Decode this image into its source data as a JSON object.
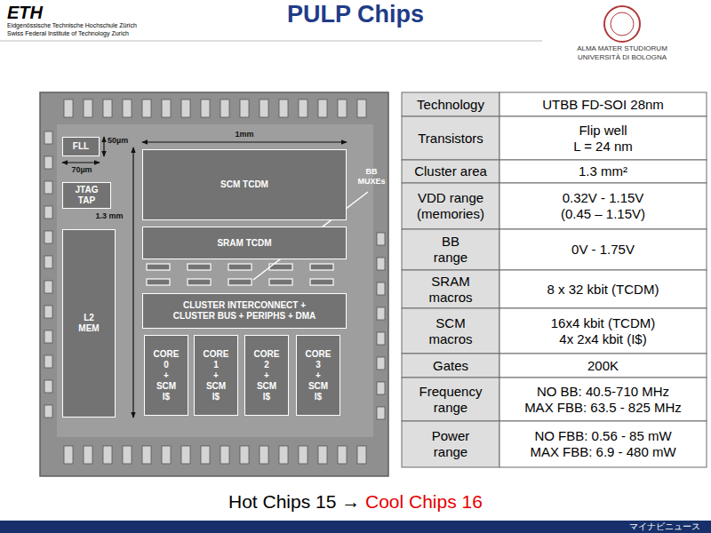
{
  "diagram": {
    "title": "PULP Chips",
    "nodes": [
      {
        "text": [
          "FLL"
        ]
      },
      {
        "text": [
          "JTAG TAP"
        ]
      },
      {
        "text": [
          "L2 MEM"
        ]
      },
      {
        "text": [
          "SCM TCDM"
        ]
      },
      {
        "text": [
          "SRAM TCDM"
        ]
      },
      {
        "text": [
          "CLUSTER INTERCONNECT + CLUSTER BUS + PERIPHS + DMA"
        ]
      },
      {
        "text": [
          "CORE 0 + SCM I$"
        ]
      },
      {
        "text": [
          "CORE 1 + SCM I$"
        ]
      },
      {
        "text": [
          "CORE 2 + SCM I$"
        ]
      },
      {
        "text": [
          "CORE 3 + SCM I$"
        ]
      }
    ],
    "labels": [
      "ETH",
      "Eidgenössische Technische Hochschule Zürich",
      "Swiss Federal Institute of Technology Zurich",
      "ALMA MATER STUDIORUM",
      "UNIVERSITÀ DI BOLOGNA",
      "50µm",
      "70µm",
      "1mm",
      "1.3 mm",
      "BB MUXEs",
      "Technology",
      "UTBB FD-SOI 28nm",
      "Transistors",
      "Flip well L = 24 nm",
      "Cluster area",
      "1.3 mm²",
      "VDD range (memories)",
      "0.32V - 1.15V (0.45 – 1.15V)",
      "BB range",
      "0V - 1.75V",
      "SRAM macros",
      "8 x 32 kbit (TCDM)",
      "SCM macros",
      "16x4 kbit (TCDM) 4x 2x4 kbit (I$)",
      "Gates",
      "200K",
      "Frequency range",
      "NO BB: 40.5-710 MHz MAX FBB: 63.5 - 825 MHz",
      "Power range",
      "NO FBB: 0.56 - 85 mW MAX FBB: 6.9 - 480 mW",
      "Hot Chips 15 →",
      "Cool Chips 16",
      "マイナビニュース"
    ]
  }
}
